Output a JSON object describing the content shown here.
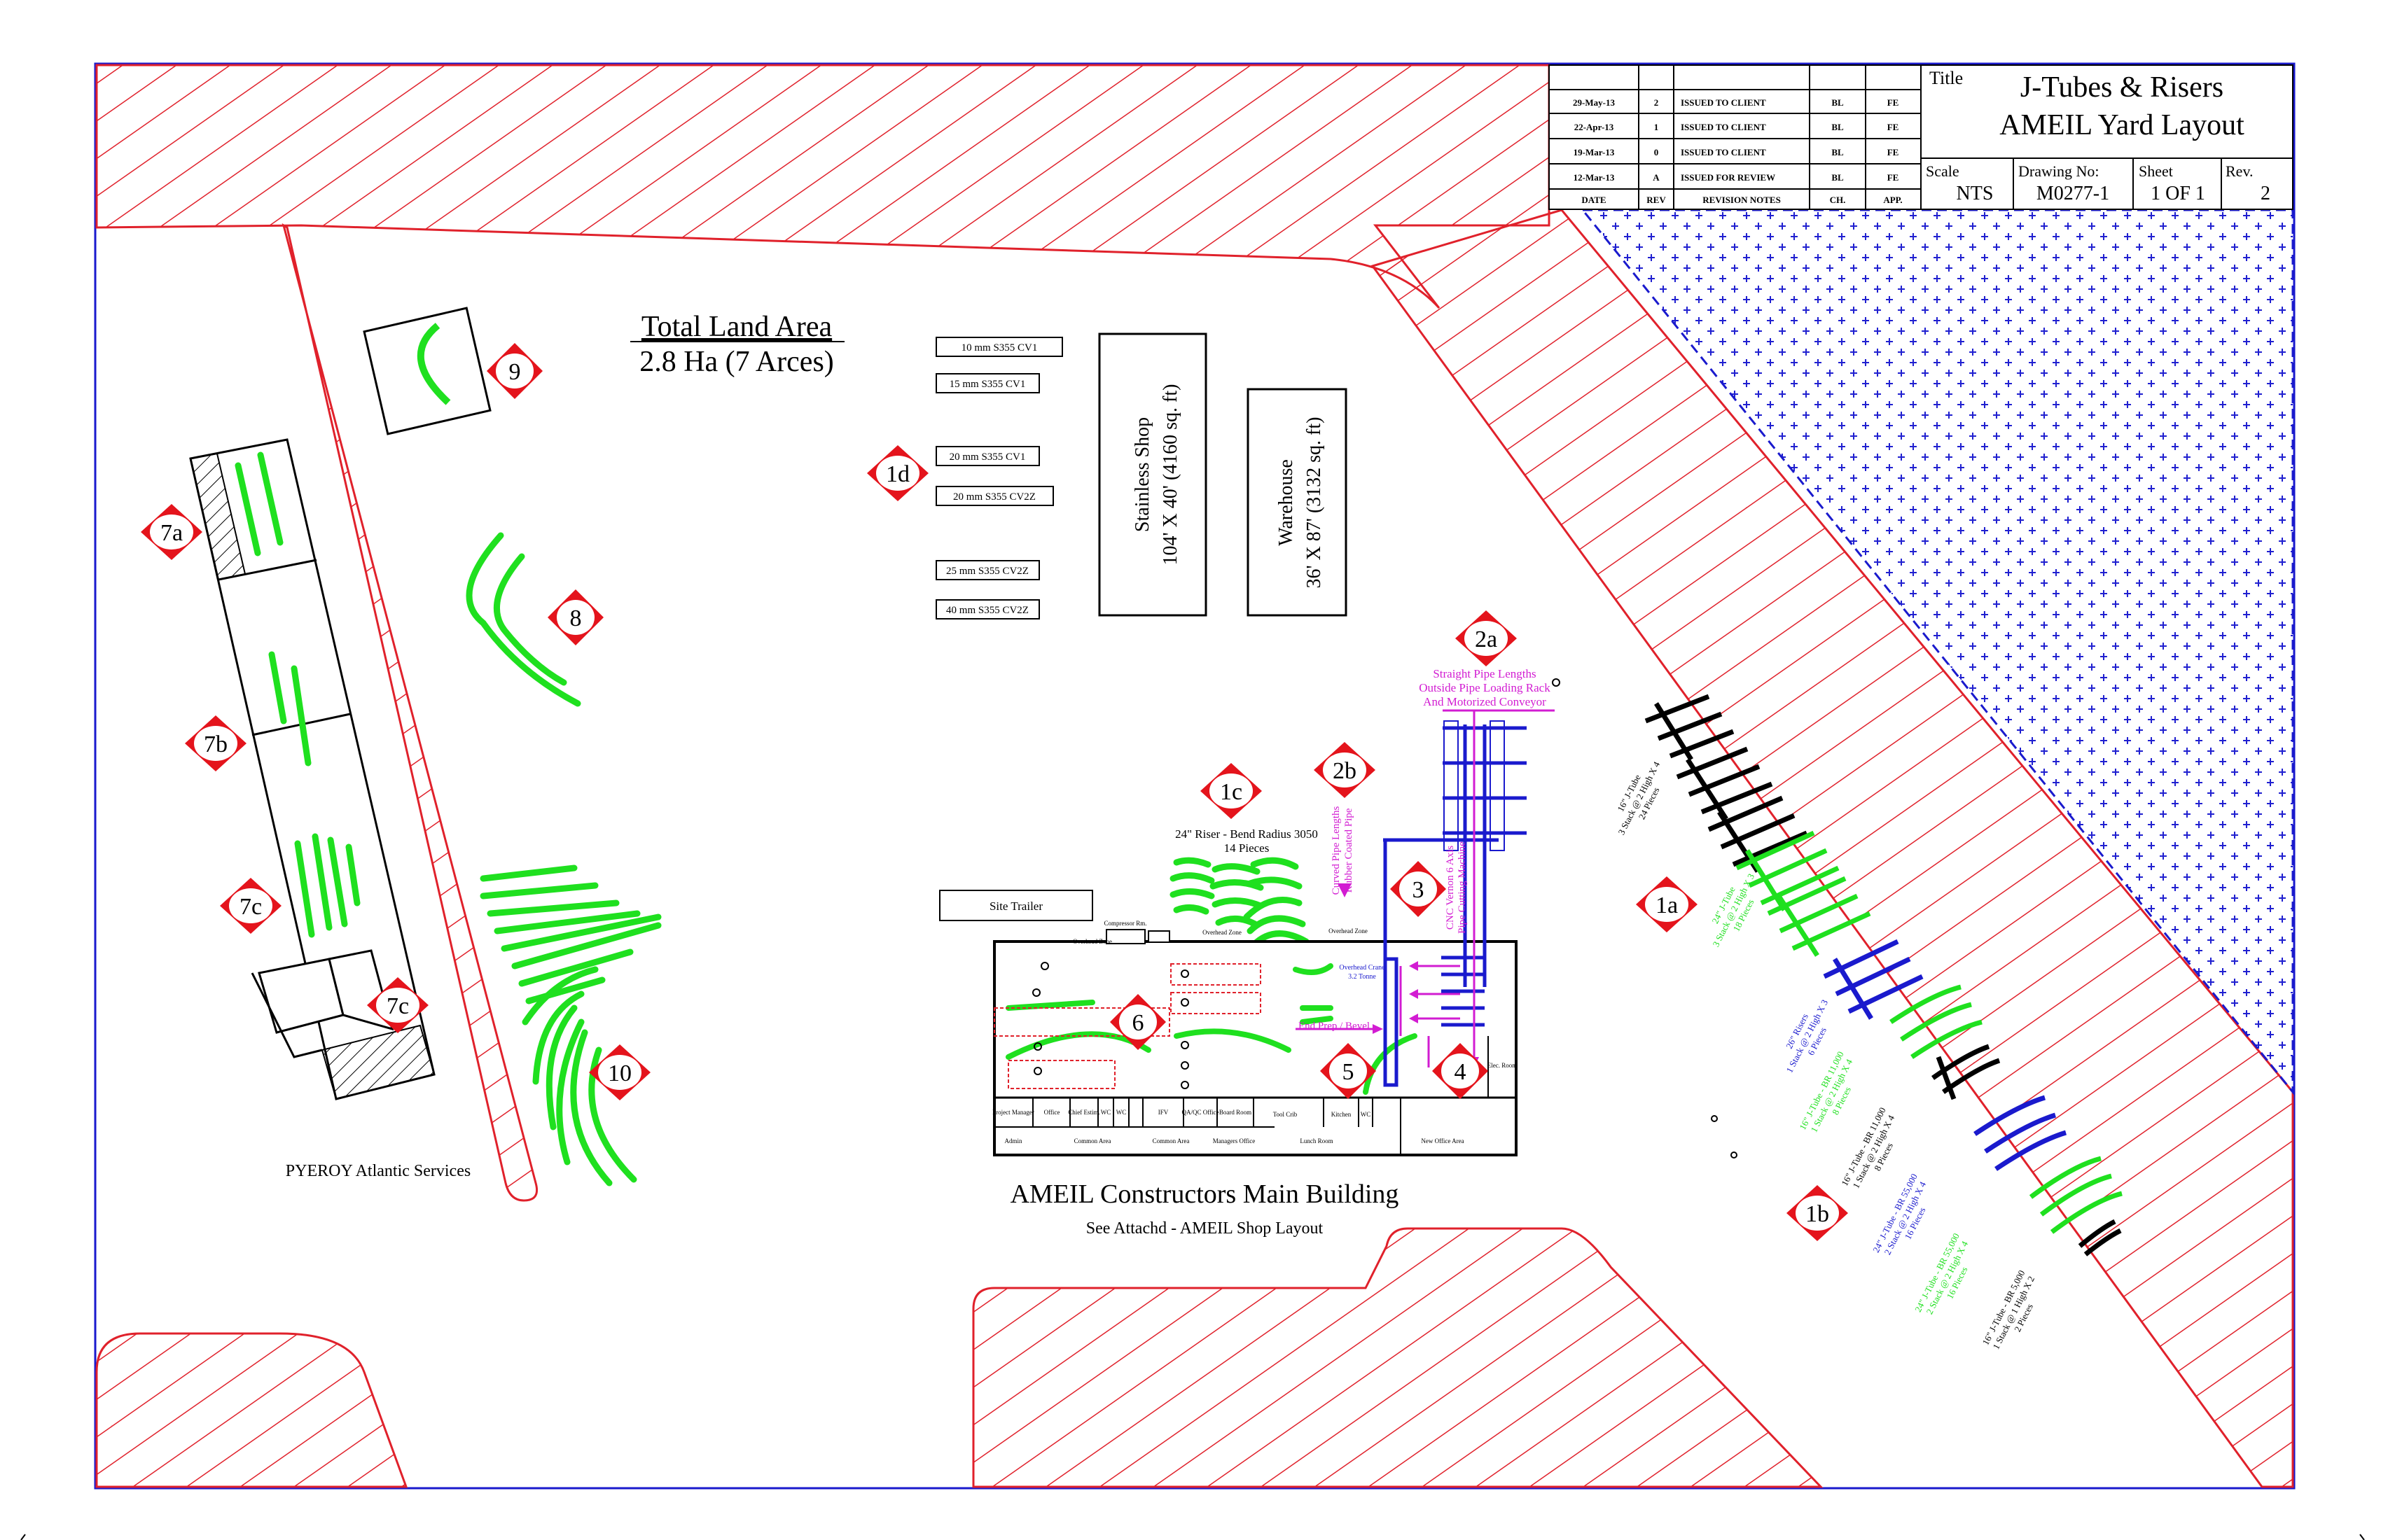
{
  "title_block": {
    "title_label": "Title",
    "title_line1": "J-Tubes & Risers",
    "title_line2": "AMEIL Yard Layout",
    "scale_label": "Scale",
    "scale_value": "NTS",
    "drawing_no_label": "Drawing No:",
    "drawing_no_value": "M0277-1",
    "sheet_label": "Sheet",
    "sheet_value": "1 OF 1",
    "rev_label": "Rev.",
    "rev_value": "2"
  },
  "revisions": {
    "headers": [
      "DATE",
      "REV",
      "REVISION NOTES",
      "CH.",
      "APP."
    ],
    "rows": [
      {
        "date": "29-May-13",
        "rev": "2",
        "notes": "ISSUED TO CLIENT",
        "ch": "BL",
        "app": "FE"
      },
      {
        "date": "22-Apr-13",
        "rev": "1",
        "notes": "ISSUED TO CLIENT",
        "ch": "BL",
        "app": "FE"
      },
      {
        "date": "19-Mar-13",
        "rev": "0",
        "notes": "ISSUED TO CLIENT",
        "ch": "BL",
        "app": "FE"
      },
      {
        "date": "12-Mar-13",
        "rev": "A",
        "notes": "ISSUED FOR REVIEW",
        "ch": "BL",
        "app": "FE"
      }
    ]
  },
  "land": {
    "line1": "Total Land Area",
    "line2": "2.8 Ha (7 Arces)"
  },
  "plates": [
    "10 mm S355 CV1",
    "15 mm S355 CV1",
    "20 mm S355 CV1",
    "20 mm S355 CV2Z",
    "25 mm S355 CV2Z",
    "40 mm S355 CV2Z"
  ],
  "buildings": {
    "stainless_line1": "Stainless Shop",
    "stainless_line2": "104' X 40' (4160 sq. ft)",
    "warehouse_line1": "Warehouse",
    "warehouse_line2": "36' X 87' (3132 sq. ft)",
    "site_trailer": "Site Trailer",
    "main_title": "AMEIL Constructors Main Building",
    "main_subtitle": "See Attachd - AMEIL Shop Layout",
    "pyeroy": "PYEROY Atlantic Services"
  },
  "markers": [
    "9",
    "1d",
    "7a",
    "8",
    "7b",
    "7c",
    "7c",
    "10",
    "1c",
    "2b",
    "2a",
    "3",
    "6",
    "5",
    "4",
    "1a",
    "1b"
  ],
  "notes": {
    "riser_line1": "24\" Riser - Bend Radius 3050",
    "riser_line2": "14 Pieces",
    "pipe_2a_line1": "Straight Pipe Lengths",
    "pipe_2a_line2": "Outside Pipe Loading Rack",
    "pipe_2a_line3": "And Motorized Conveyor",
    "curved_2b_line1": "Curved Pipe Lengths",
    "curved_2b_line2": "Rubber Coated Pipe",
    "cnc_3_line1": "CNC Vernon 6 Axis",
    "cnc_3_line2": "Pipe Cutting Machine",
    "end_prep": "End Prep / Bevel",
    "overhead_crane_line1": "Overhead Crane",
    "overhead_crane_line2": "3.2 Tonne"
  },
  "rack_labels": [
    {
      "line1": "16\" J-Tube",
      "line2": "3 Stack @ 2 High X 4",
      "line3": "24 Pieces"
    },
    {
      "line1": "24\" J-Tube",
      "line2": "3 Stack @ 2 High X 3",
      "line3": "18 Pieces"
    },
    {
      "line1": "26\" Risers",
      "line2": "1 Stack @ 2 High X 3",
      "line3": "6 Pieces"
    },
    {
      "line1": "16\" J-Tube - BR 11,000",
      "line2": "1 Stack @ 2 High X 4",
      "line3": "8 Pieces"
    },
    {
      "line1": "16\" J-Tube - BR 11,000",
      "line2": "1 Stack @ 2 High X 4",
      "line3": "8 Pieces"
    },
    {
      "line1": "24\" J-Tube - BR 55,000",
      "line2": "2 Stack @ 2 High X 4",
      "line3": "16 Pieces"
    },
    {
      "line1": "24\" J-Tube - BR 55,000",
      "line2": "2 Stack @ 2 High X 4",
      "line3": "16 Pieces"
    },
    {
      "line1": "16\" J-Tube - BR 5,000",
      "line2": "1 Stack @ 1 High X 2",
      "line3": "2 Pieces"
    }
  ],
  "rooms": [
    "Project Manager",
    "Office",
    "Chief Estim.",
    "WC",
    "WC",
    "IFV",
    "QA/QC Office",
    "Board Room",
    "Tool Crib",
    "Kitchen",
    "WC",
    "Elec. Room",
    "Admin",
    "Common Area",
    "Common Area",
    "Managers Office",
    "Lunch Room",
    "New Office Area",
    "Compressor Rm.",
    "Overhead Zone",
    "Overhead Zone",
    "Overhead Zone"
  ],
  "colors": {
    "hatch_red": "#e0212b",
    "border_blue": "#1a1acd",
    "pipe_green": "#1fe01f",
    "magenta": "#d21cd2",
    "diamond_red": "#e4141c"
  }
}
